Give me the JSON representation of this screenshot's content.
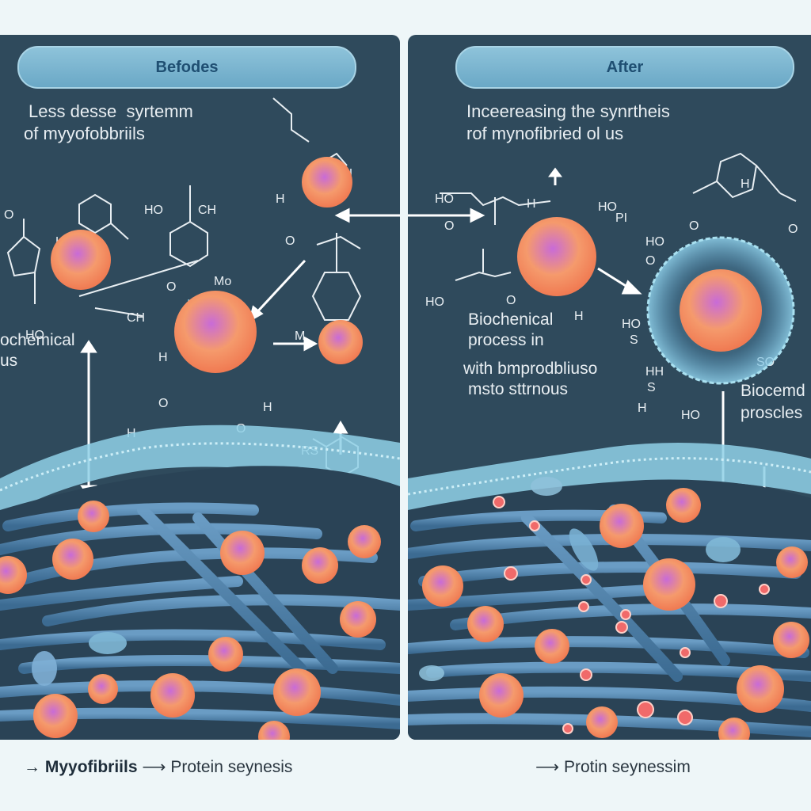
{
  "before": {
    "title": "Befodes",
    "caption_line1": "Less desse  syrtemm",
    "caption_line2": "of myyofobbriils",
    "side_line1": "ochemical",
    "side_line2": "us"
  },
  "after": {
    "title": "After",
    "caption_line1": "Inceereasing the synrtheis",
    "caption_line2": "rof mynofibried ol us",
    "process_line1": "Biochenical",
    "process_line2": "process in",
    "process_line3": "with bmprodbliuso",
    "process_line4": "msto sttrnous",
    "side_line1": "Biocemd",
    "side_line2": "proscles"
  },
  "footer": {
    "left_term1": "Myyofibriils",
    "left_term2": "Protein seynesis",
    "right_term": "Protin  seynessim"
  },
  "colors": {
    "panel": "#2f4a5c",
    "sphere": "#f39a6b",
    "fiber": "#5b8fb8",
    "membrane": "#8fd0e6"
  }
}
